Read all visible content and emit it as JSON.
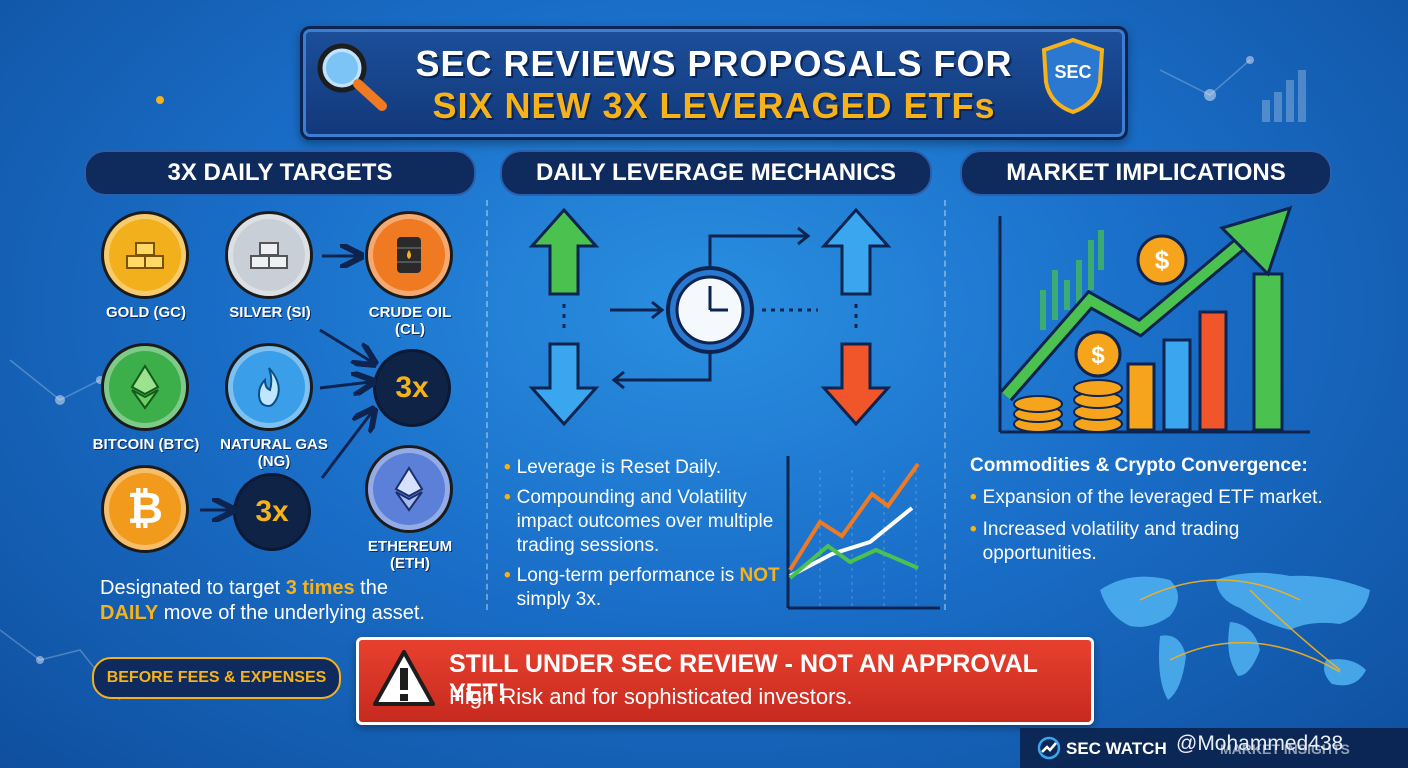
{
  "title": {
    "line1": "SEC REVIEWS PROPOSALS FOR",
    "line2": "SIX NEW 3X LEVERAGED ETFs",
    "badge": "SEC"
  },
  "sections": {
    "targets": {
      "header": "3X DAILY TARGETS",
      "assets": [
        {
          "label": "GOLD (GC)",
          "icon": "gold-bars-icon",
          "color": "#f2b01c"
        },
        {
          "label": "SILVER (SI)",
          "icon": "silver-bars-icon",
          "color": "#c9cfd6"
        },
        {
          "label": "CRUDE OIL (CL)",
          "icon": "oil-barrel-icon",
          "color": "#f07a22"
        },
        {
          "label": "BITCOIN (BTC)",
          "icon": "ethereum-diamond-icon",
          "color": "#3cae4a"
        },
        {
          "label": "NATURAL GAS (NG)",
          "icon": "flame-icon",
          "color": "#3a9ee8"
        },
        {
          "label": "ETHEREUM (ETH)",
          "icon": "ethereum-diamond-icon",
          "color": "#5c7fd8"
        },
        {
          "label": "",
          "icon": "bitcoin-icon",
          "color": "#f29a1c"
        }
      ],
      "multiplier": "3x",
      "description": {
        "part1": "Designated to target ",
        "highlight1": "3 times",
        "part2": " the",
        "highlight2": "DAILY",
        "part3": " move of the underlying asset."
      },
      "fees": "BEFORE FEES & EXPENSES"
    },
    "mechanics": {
      "header": "DAILY LEVERAGE MECHANICS",
      "bullets": [
        {
          "text": "Leverage is Reset Daily."
        },
        {
          "text": "Compounding and Volatility impact outcomes over multiple trading sessions."
        },
        {
          "pre": "Long-term performance is ",
          "highlight": "NOT",
          "post": " simply 3x."
        }
      ]
    },
    "implications": {
      "header": "MARKET IMPLICATIONS",
      "subtitle": "Commodities & Crypto Convergence:",
      "bullets": [
        "Expansion of the leveraged ETF market.",
        "Increased volatility and trading opportunities."
      ]
    }
  },
  "warning": {
    "line1": "STILL UNDER SEC REVIEW - NOT AN APPROVAL YET!",
    "line2": "High Risk and for sophisticated investors."
  },
  "footer": {
    "brand": "SEC WATCH",
    "sub": "MARKET INSIGHTS",
    "watermark": "@Mohammed438"
  },
  "colors": {
    "accent": "#f6b21b",
    "warning": "#d8352a",
    "navy": "#0f2a5c"
  }
}
